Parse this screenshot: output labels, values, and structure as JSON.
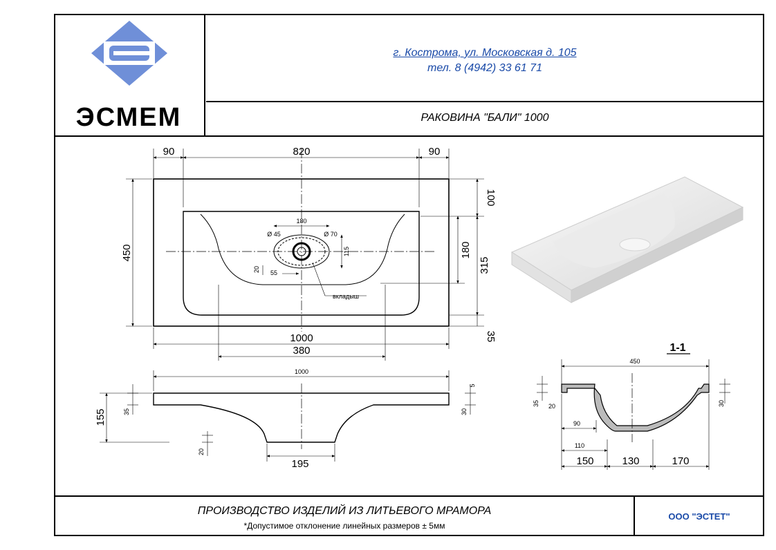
{
  "header": {
    "logo_text": "ЭСМЕМ",
    "address": "г. Кострома, ул. Московская д. 105",
    "phone": "тел. 8 (4942) 33 61 71",
    "product_title": "РАКОВИНА \"БАЛИ\" 1000"
  },
  "plan_view": {
    "dim_top_left": "90",
    "dim_top_middle": "820",
    "dim_top_right": "90",
    "dim_height": "450",
    "dim_right_100": "100",
    "dim_right_315": "315",
    "dim_right_35": "35",
    "dim_inner_180_vertical": "180",
    "dim_hole_180": "180",
    "dim_hole_115": "115",
    "dim_d45": "Ø 45",
    "dim_d70": "Ø 70",
    "dim_20": "20",
    "dim_55": "55",
    "insert_label": "вкладыш",
    "dim_total_width": "1000",
    "dim_bowl_width": "380"
  },
  "side_view": {
    "dim_width": "1000",
    "dim_155": "155",
    "dim_35": "35",
    "dim_30": "30",
    "dim_5": "5",
    "dim_20": "20",
    "dim_195": "195"
  },
  "section": {
    "label": "1-1",
    "dim_450": "450",
    "dim_35": "35",
    "dim_20": "20",
    "dim_90": "90",
    "dim_30": "30",
    "dim_110": "110",
    "dim_150": "150",
    "dim_130": "130",
    "dim_170": "170"
  },
  "footer": {
    "production": "ПРОИЗВОДСТВО ИЗДЕЛИЙ ИЗ ЛИТЬЕВОГО МРАМОРА",
    "tolerance": "*Допустимое отклонение линейных размеров ± 5мм",
    "company": "ООО \"ЭСТЕТ\""
  },
  "colors": {
    "logo_blue": "#6f8fd8",
    "link_blue": "#1a4aa8",
    "line": "#000000"
  }
}
